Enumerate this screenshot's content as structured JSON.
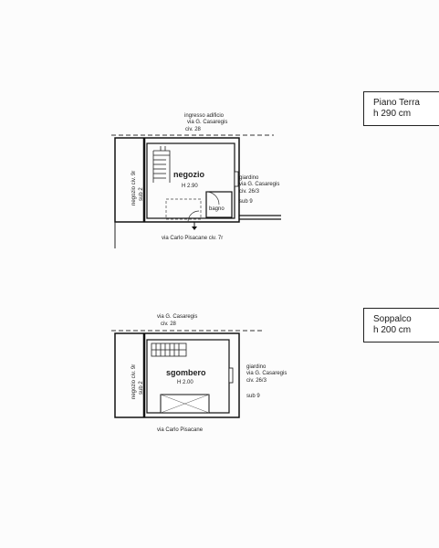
{
  "ground_floor": {
    "title": "Piano Terra",
    "height": "h 290 cm",
    "entrance": {
      "line1": "ingresso adificio",
      "line2": "via G. Casaregis",
      "line3": "civ. 28"
    },
    "room": "negozio",
    "room_height": "H 2.90",
    "bathroom": "bagno",
    "left_neighbor": "negozio civ. 9r",
    "left_sub": "sub 2",
    "garden": {
      "line1": "giardino",
      "line2": "via G. Casaregis",
      "line3": "civ. 26/3"
    },
    "right_sub": "sub 9",
    "street": "via Carlo Pisacane civ. 7r"
  },
  "mezzanine": {
    "title": "Soppalco",
    "height": "h 200 cm",
    "top_street": {
      "line1": "via G. Casaregis",
      "line2": "civ. 28"
    },
    "room": "sgombero",
    "room_height": "H 2.00",
    "left_neighbor": "negozio civ. 9r",
    "left_sub": "sub 2",
    "garden": {
      "line1": "giardino",
      "line2": "via G. Casaregis",
      "line3": "civ. 26/3"
    },
    "right_sub": "sub 9",
    "street": "via Carlo Pisacane"
  }
}
